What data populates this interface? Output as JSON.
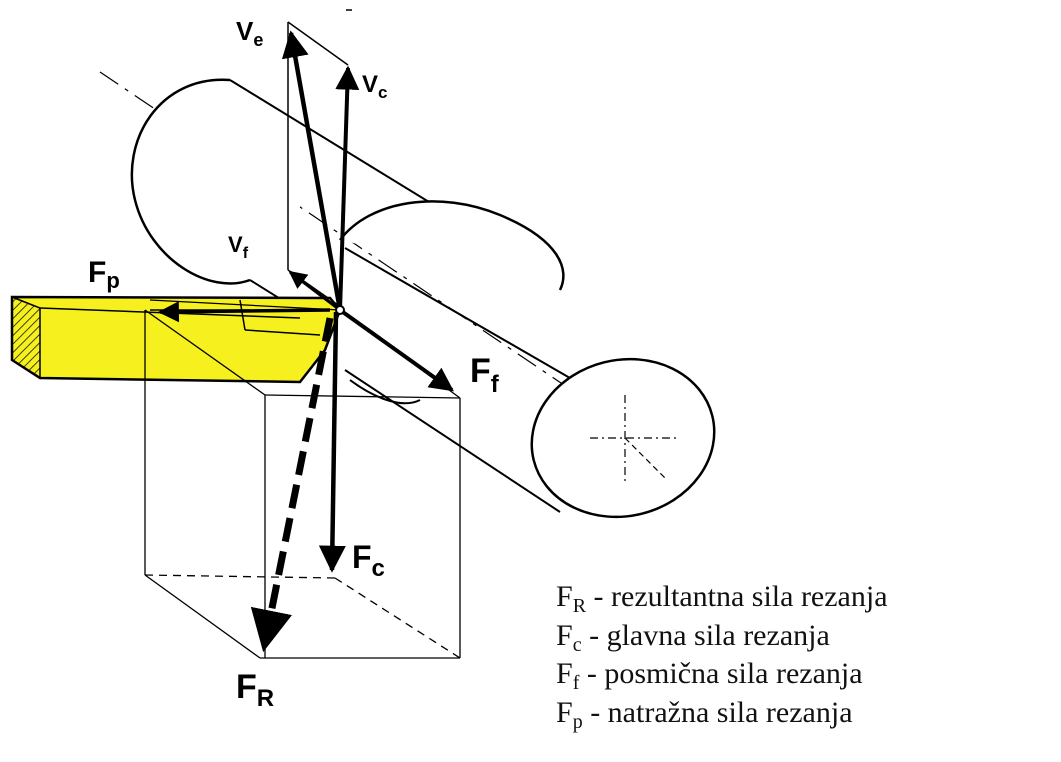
{
  "labels": {
    "ve": {
      "main": "V",
      "sub": "e"
    },
    "vc": {
      "main": "V",
      "sub": "c"
    },
    "vf": {
      "main": "V",
      "sub": "f"
    },
    "fp": {
      "main": "F",
      "sub": "p"
    },
    "ff": {
      "main": "F",
      "sub": "f"
    },
    "fc": {
      "main": "F",
      "sub": "c"
    },
    "fr": {
      "main": "F",
      "sub": "R"
    }
  },
  "legend": [
    {
      "symbol": "F",
      "sub": "R",
      "text": " - rezultantna sila rezanja"
    },
    {
      "symbol": "F",
      "sub": "c",
      "text": " - glavna sila rezanja"
    },
    {
      "symbol": "F",
      "sub": "f",
      "text": " - posmična sila rezanja"
    },
    {
      "symbol": "F",
      "sub": "p",
      "text": " - natražna sila rezanja"
    }
  ],
  "colors": {
    "tool": "#f5f01e",
    "line": "#000000",
    "background": "#ffffff"
  }
}
